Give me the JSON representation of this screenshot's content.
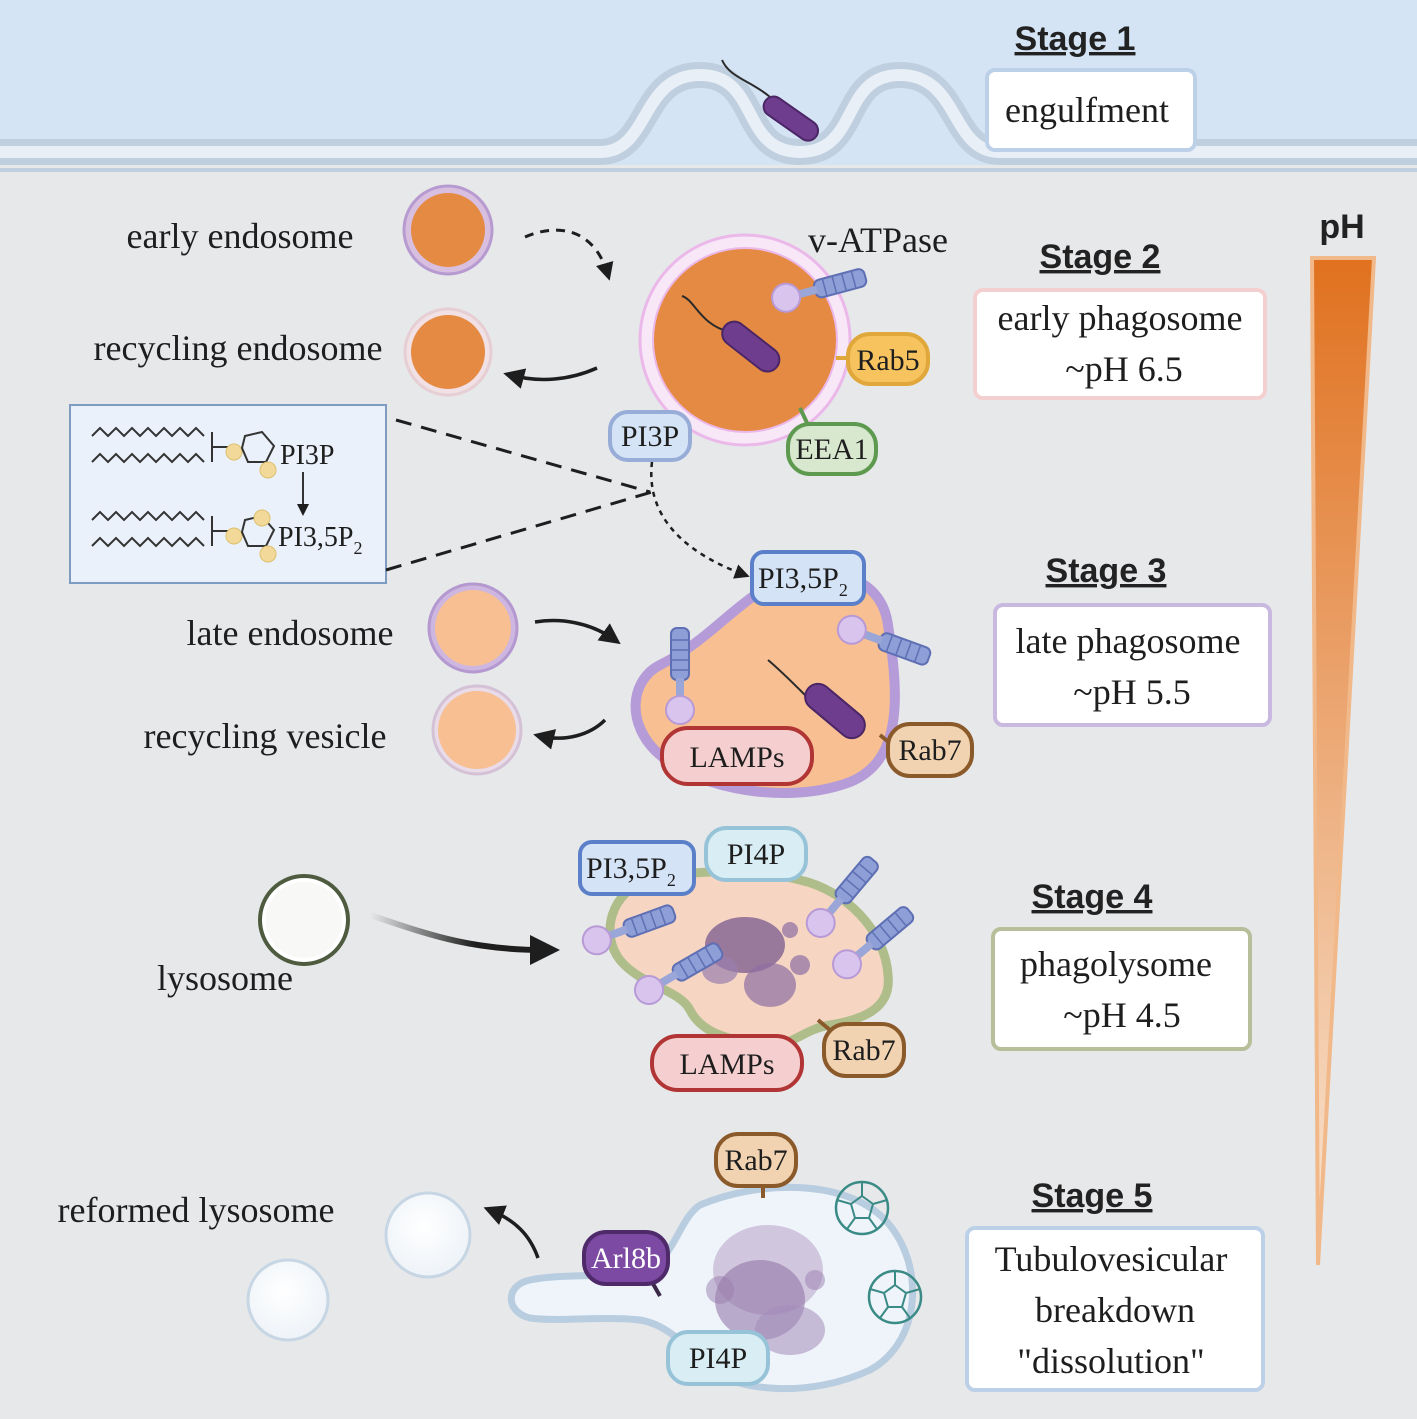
{
  "stages": [
    {
      "title": "Stage 1",
      "lines": [
        "engulfment"
      ],
      "border": "#bcd0e8"
    },
    {
      "title": "Stage 2",
      "lines": [
        "early phagosome",
        "~pH 6.5"
      ],
      "border": "#f4cfcf"
    },
    {
      "title": "Stage 3",
      "lines": [
        "late phagosome",
        "~pH 5.5"
      ],
      "border": "#c9b8df"
    },
    {
      "title": "Stage 4",
      "lines": [
        "phagolysome",
        "~pH 4.5"
      ],
      "border": "#b6bf9a"
    },
    {
      "title": "Stage 5",
      "lines": [
        "Tubulovesicular",
        "breakdown",
        "\"dissolution\""
      ],
      "border": "#bcd0e8"
    }
  ],
  "ph_label": "pH",
  "left_labels": {
    "early_endosome": "early endosome",
    "recycling_endosome": "recycling endosome",
    "late_endosome": "late endosome",
    "recycling_vesicle": "recycling vesicle",
    "lysosome": "lysosome",
    "reformed_lysosome": "reformed lysosome"
  },
  "markers": {
    "v_atpase": "v-ATPase",
    "rab5": "Rab5",
    "eea1": "EEA1",
    "pi3p": "PI3P",
    "pi35p2_base": "PI3,5P",
    "pi35p2_sub": "2",
    "lamps": "LAMPs",
    "rab7": "Rab7",
    "pi4p": "PI4P",
    "arl8b": "Arl8b"
  },
  "inset": {
    "top": "PI3P",
    "bottom_base": "PI3,5P",
    "bottom_sub": "2"
  },
  "colors": {
    "background": "#e7e8ea",
    "extracellular": "#d4e4f5",
    "early_endosome": "#e58a42",
    "late_endosome": "#f7bf92",
    "bacterium": "#6e3d8e",
    "rab5": "#f6c35e",
    "eea1": "#d7e8cf",
    "pi_tag": "#d5e3f6",
    "lamps": "#f5cfcf",
    "rab7": "#f1d3b2",
    "arl8b": "#7d4aa3",
    "ph_gradient_top": "#e0711f",
    "ph_gradient_bottom": "#f7ddc6"
  }
}
